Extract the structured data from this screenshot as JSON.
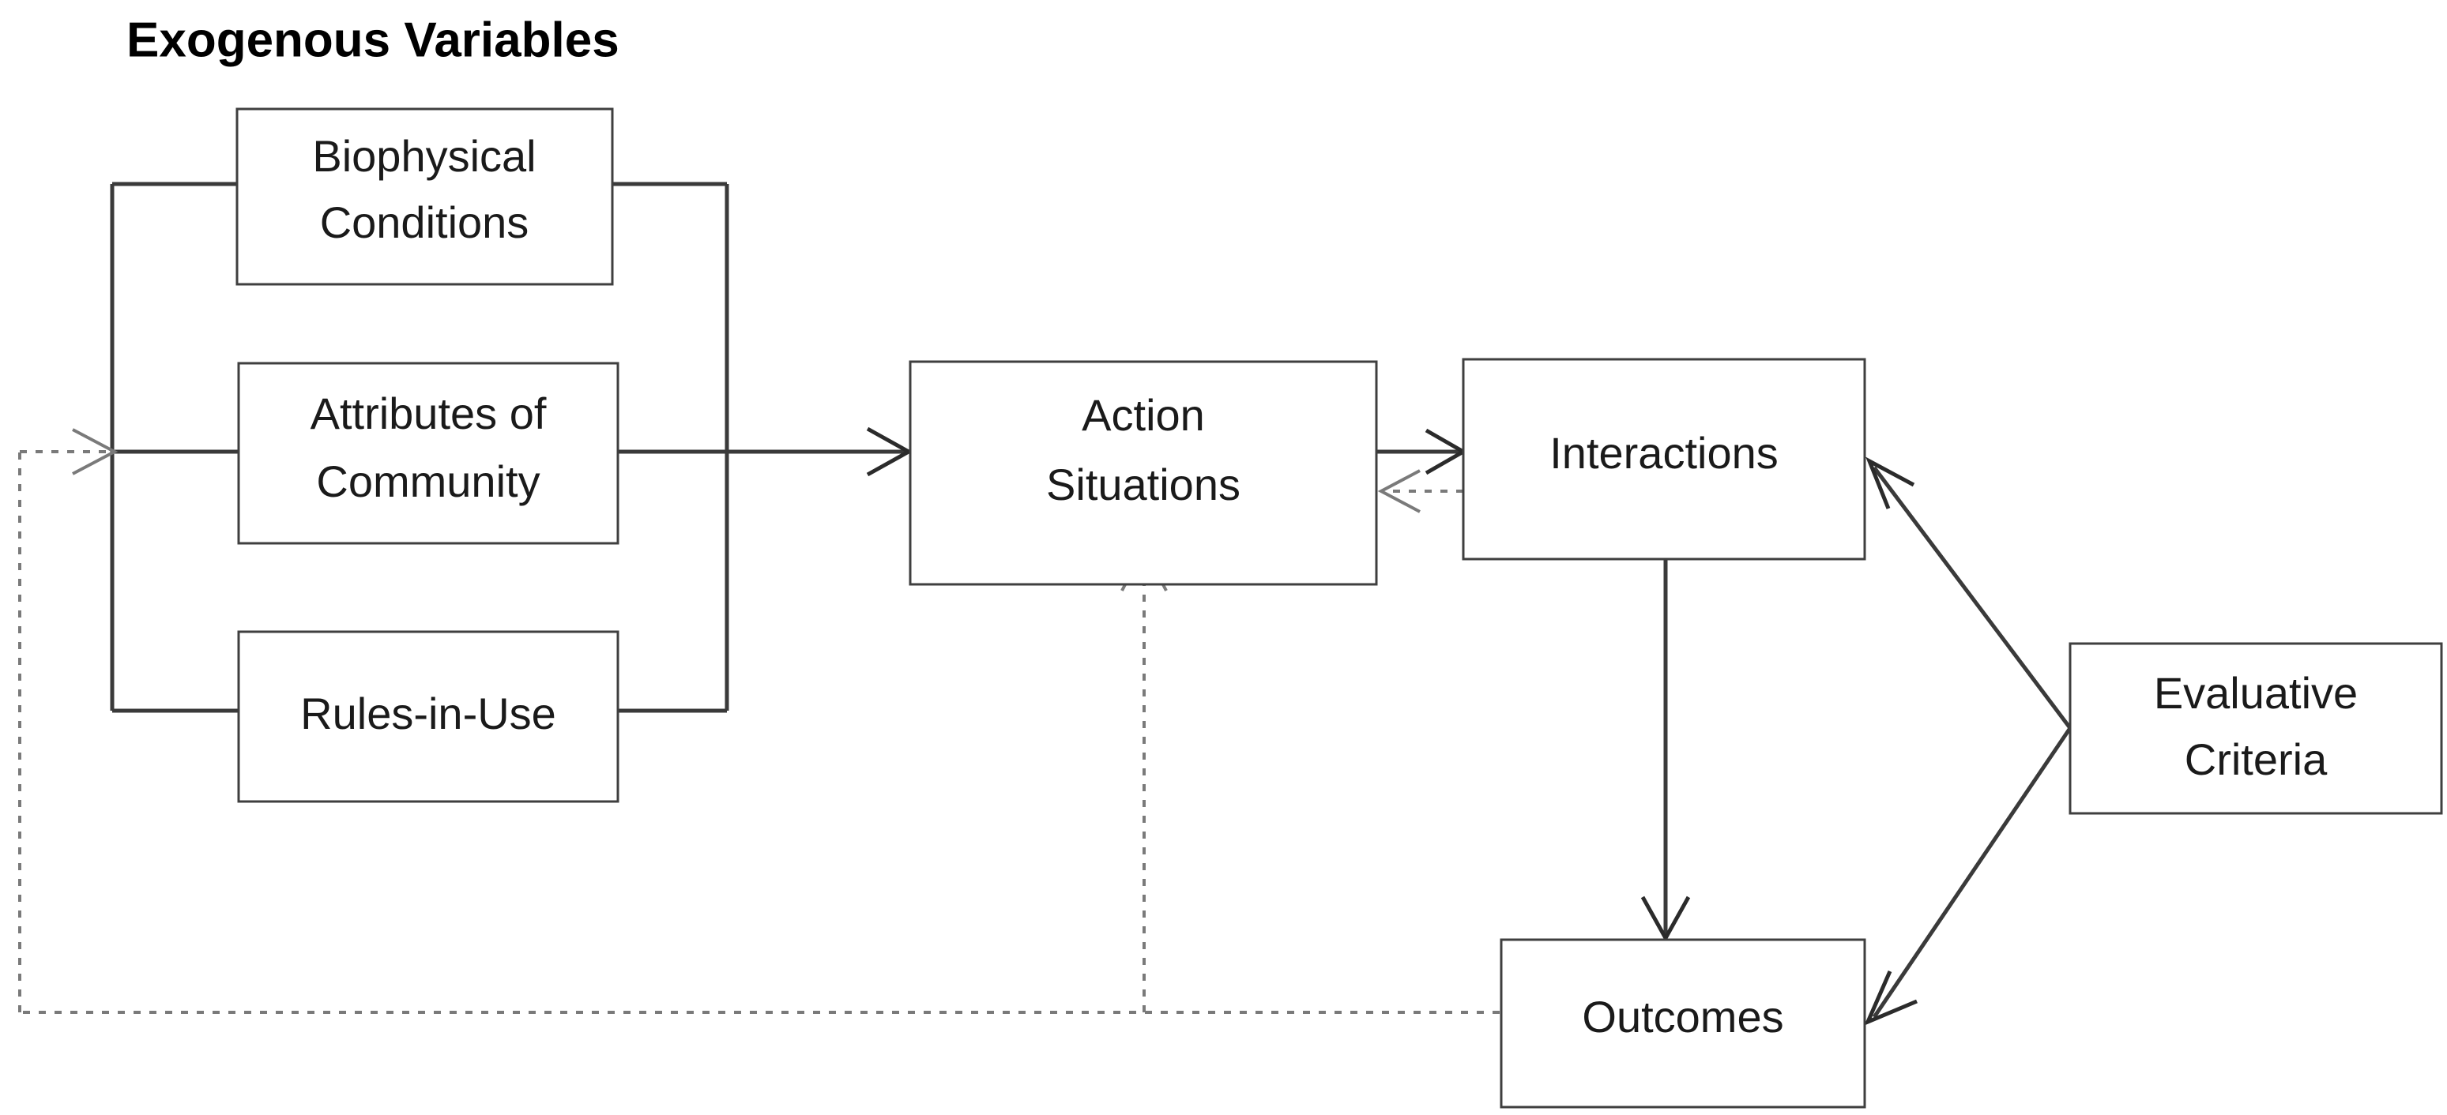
{
  "diagram": {
    "title": "Exogenous Variables",
    "nodes": [
      {
        "id": "biophysical",
        "lines": [
          "Biophysical",
          "Conditions"
        ]
      },
      {
        "id": "attributes",
        "lines": [
          "Attributes of",
          "Community"
        ]
      },
      {
        "id": "rules",
        "lines": [
          "Rules-in-Use"
        ]
      },
      {
        "id": "action",
        "lines": [
          "Action",
          "Situations"
        ]
      },
      {
        "id": "interactions",
        "lines": [
          "Interactions"
        ]
      },
      {
        "id": "evaluative",
        "lines": [
          "Evaluative",
          "Criteria"
        ]
      },
      {
        "id": "outcomes",
        "lines": [
          "Outcomes"
        ]
      }
    ],
    "node_labels": {
      "biophysical_line1": "Biophysical",
      "biophysical_line2": "Conditions",
      "attributes_line1": "Attributes of",
      "attributes_line2": "Community",
      "rules_line1": "Rules-in-Use",
      "action_line1": "Action",
      "action_line2": "Situations",
      "interactions_line1": "Interactions",
      "evaluative_line1": "Evaluative",
      "evaluative_line2": "Criteria",
      "outcomes_line1": "Outcomes"
    },
    "edges": [
      {
        "id": "bracket-left",
        "from": "exogenous-group",
        "to": "exogenous-group",
        "style": "solid",
        "arrow": "none"
      },
      {
        "id": "bracket-right",
        "from": "exogenous-group",
        "to": "action",
        "style": "solid",
        "arrow": "end"
      },
      {
        "id": "action-to-interactions",
        "from": "action",
        "to": "interactions",
        "style": "solid",
        "arrow": "end"
      },
      {
        "id": "interactions-to-action",
        "from": "interactions",
        "to": "action",
        "style": "dashed",
        "arrow": "end"
      },
      {
        "id": "interactions-to-outcomes",
        "from": "interactions",
        "to": "outcomes",
        "style": "solid",
        "arrow": "end"
      },
      {
        "id": "evaluative-to-interactions",
        "from": "evaluative",
        "to": "interactions",
        "style": "solid",
        "arrow": "end"
      },
      {
        "id": "evaluative-to-outcomes",
        "from": "evaluative",
        "to": "outcomes",
        "style": "solid",
        "arrow": "end"
      },
      {
        "id": "outcomes-to-action",
        "from": "outcomes",
        "to": "action",
        "style": "dashed",
        "arrow": "end"
      },
      {
        "id": "outcomes-to-exogenous",
        "from": "outcomes",
        "to": "exogenous-group",
        "style": "dashed",
        "arrow": "end"
      }
    ],
    "colors": {
      "background": "#ffffff",
      "node_border": "#3f3f3f",
      "node_fill": "#ffffff",
      "text": "#1a1a1a",
      "solid_edge": "#3a3a3a",
      "dashed_edge": "#7a7a7a"
    }
  }
}
